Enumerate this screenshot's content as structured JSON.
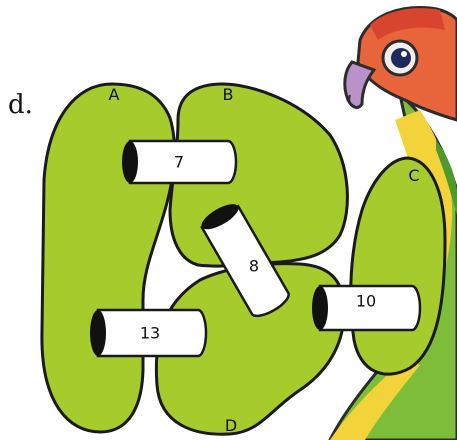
{
  "part_label": "d.",
  "regions": [
    {
      "label": "A"
    },
    {
      "label": "B"
    },
    {
      "label": "C"
    },
    {
      "label": "D"
    }
  ],
  "tunnels": [
    {
      "value": "7"
    },
    {
      "value": "8"
    },
    {
      "value": "10"
    },
    {
      "value": "13"
    }
  ],
  "colors": {
    "region_fill": "#a6cb2d",
    "outline": "#1a1a1a",
    "tunnel_fill": "#ffffff",
    "tunnel_hole": "#111111"
  },
  "decorations": [
    "parrot-illustration"
  ]
}
